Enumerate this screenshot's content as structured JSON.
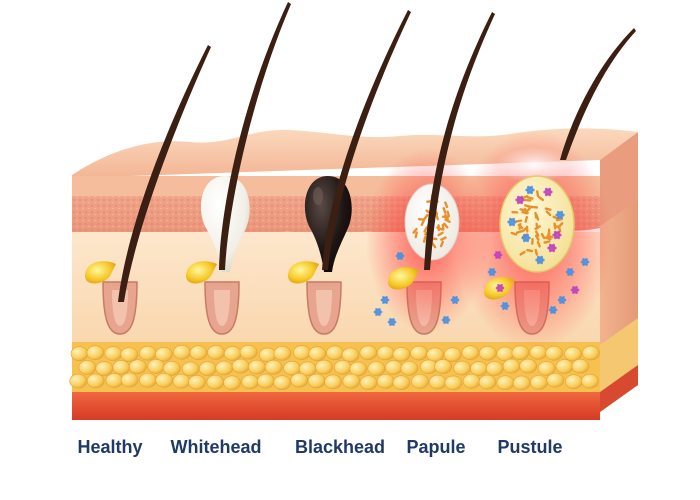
{
  "stages": [
    {
      "id": "healthy",
      "label": "Healthy"
    },
    {
      "id": "whitehead",
      "label": "Whitehead"
    },
    {
      "id": "blackhead",
      "label": "Blackhead"
    },
    {
      "id": "papule",
      "label": "Papule"
    },
    {
      "id": "pustule",
      "label": "Pustule"
    }
  ],
  "colors": {
    "skin_top": "#f7c7a4",
    "epidermis": "#f2a98c",
    "dermis": "#fbe1c2",
    "fat": "#f9c95a",
    "muscle": "#e8533a",
    "hair": "#3a1f12",
    "label": "#1f3a68",
    "inflammation": "#ff3b3b",
    "bacteria_blue": "#4a8fe0",
    "bacteria_purple": "#c040c0",
    "bacteria_orange": "#e8902a"
  }
}
